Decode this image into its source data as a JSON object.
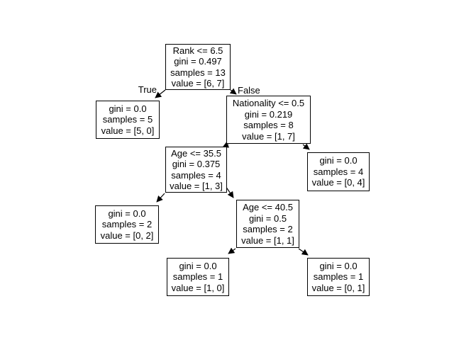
{
  "figure": {
    "background_color": "#ffffff",
    "node_fill_color": "#ffffff",
    "node_border_color": "#000000",
    "text_color": "#000000",
    "edge_color": "#000000"
  },
  "edge_labels": {
    "left": "True",
    "right": "False"
  },
  "tree": {
    "type": "decision_tree",
    "nodes": [
      {
        "id": "node-0",
        "kind": "split",
        "lines": [
          "Rank <= 6.5",
          "gini = 0.497",
          "samples = 13",
          "value = [6, 7]"
        ]
      },
      {
        "id": "node-1",
        "kind": "leaf",
        "lines": [
          "gini = 0.0",
          "samples = 5",
          "value = [5, 0]"
        ]
      },
      {
        "id": "node-2",
        "kind": "split",
        "lines": [
          "Nationality <= 0.5",
          "gini = 0.219",
          "samples = 8",
          "value = [1, 7]"
        ]
      },
      {
        "id": "node-3",
        "kind": "split",
        "lines": [
          "Age <= 35.5",
          "gini = 0.375",
          "samples = 4",
          "value = [1, 3]"
        ]
      },
      {
        "id": "node-4",
        "kind": "leaf",
        "lines": [
          "gini = 0.0",
          "samples = 4",
          "value = [0, 4]"
        ]
      },
      {
        "id": "node-5",
        "kind": "leaf",
        "lines": [
          "gini = 0.0",
          "samples = 2",
          "value = [0, 2]"
        ]
      },
      {
        "id": "node-6",
        "kind": "split",
        "lines": [
          "Age <= 40.5",
          "gini = 0.5",
          "samples = 2",
          "value = [1, 1]"
        ]
      },
      {
        "id": "node-7",
        "kind": "leaf",
        "lines": [
          "gini = 0.0",
          "samples = 1",
          "value = [1, 0]"
        ]
      },
      {
        "id": "node-8",
        "kind": "leaf",
        "lines": [
          "gini = 0.0",
          "samples = 1",
          "value = [0, 1]"
        ]
      }
    ],
    "edges": [
      {
        "from": "node-0",
        "to": "node-1",
        "label": "True"
      },
      {
        "from": "node-0",
        "to": "node-2",
        "label": "False"
      },
      {
        "from": "node-2",
        "to": "node-3",
        "label": ""
      },
      {
        "from": "node-2",
        "to": "node-4",
        "label": ""
      },
      {
        "from": "node-3",
        "to": "node-5",
        "label": ""
      },
      {
        "from": "node-3",
        "to": "node-6",
        "label": ""
      },
      {
        "from": "node-6",
        "to": "node-7",
        "label": ""
      },
      {
        "from": "node-6",
        "to": "node-8",
        "label": ""
      }
    ]
  }
}
